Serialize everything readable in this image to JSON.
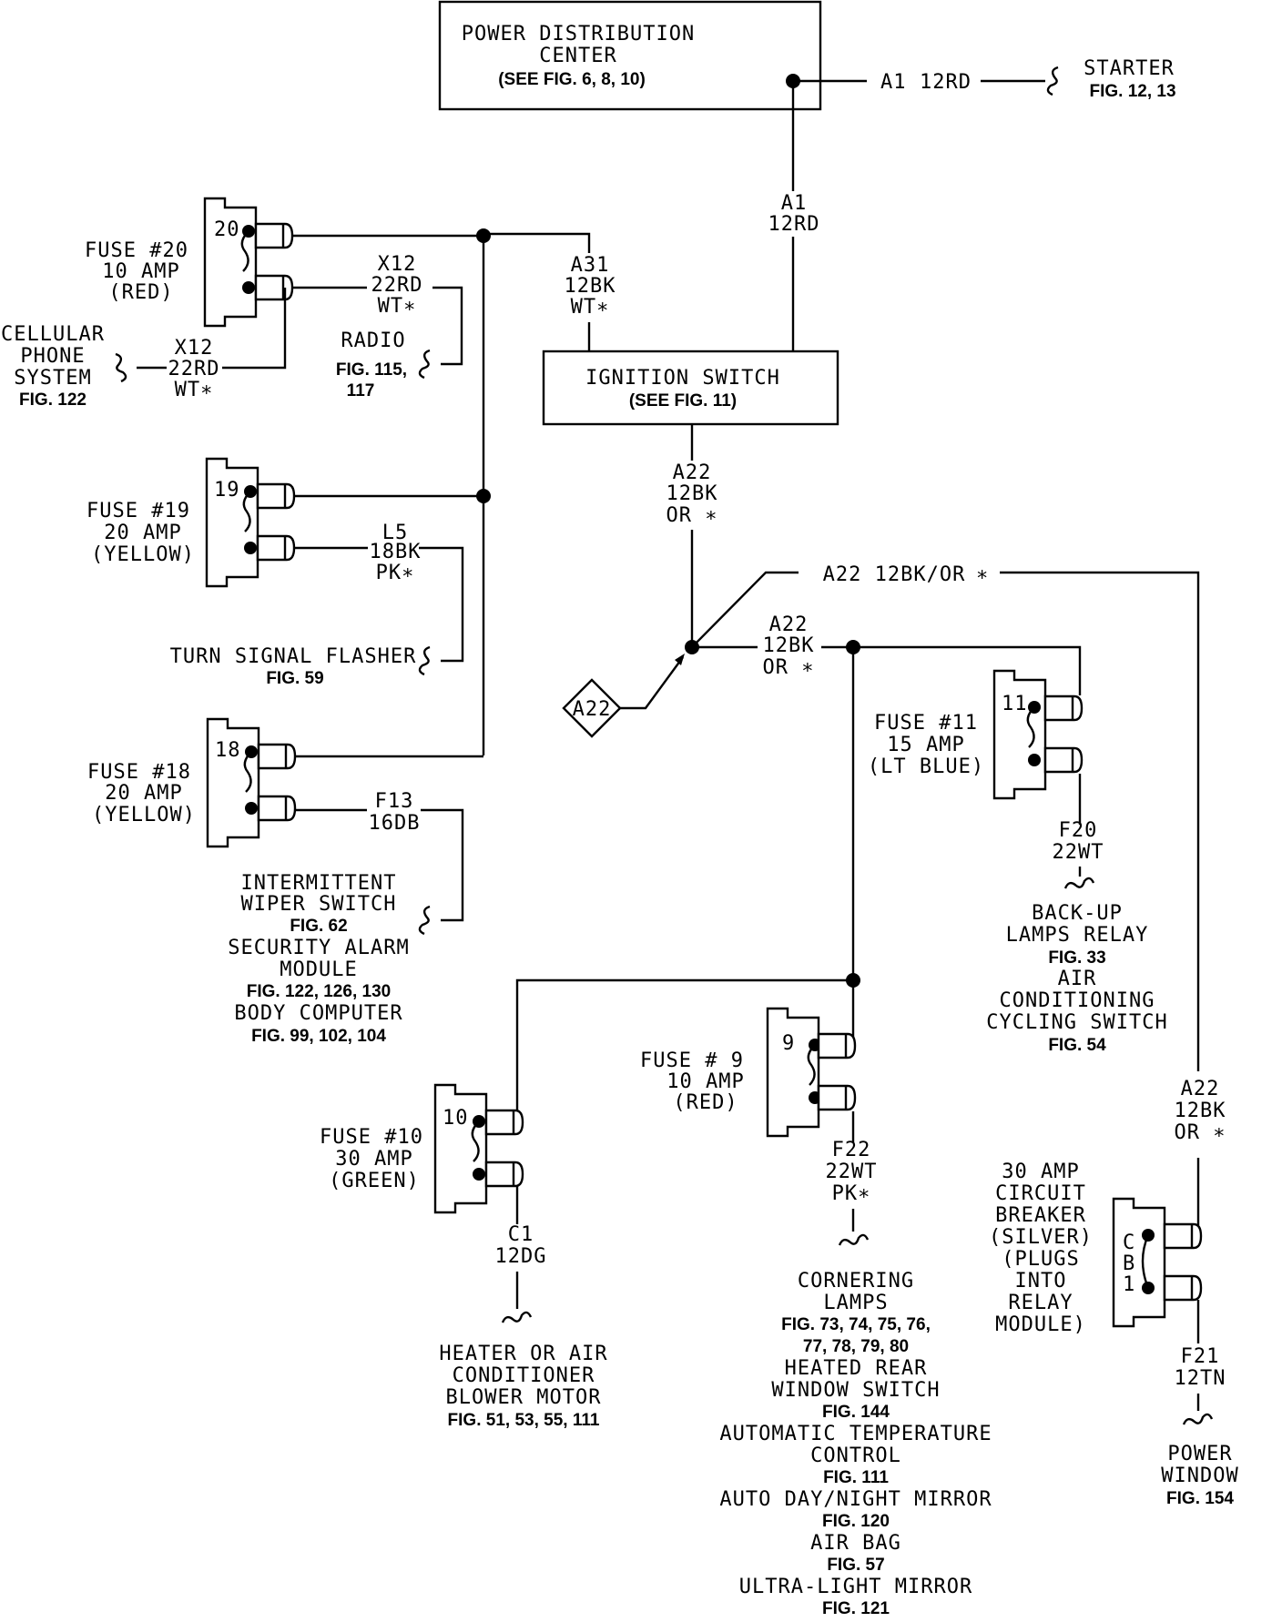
{
  "pdc": {
    "line1": "POWER DISTRIBUTION",
    "line2": "CENTER",
    "fig": "(SEE FIG. 6, 8, 10)"
  },
  "starter": {
    "wire_id": "A1",
    "wire_gauge": "12RD",
    "label": "STARTER",
    "fig": "FIG. 12, 13"
  },
  "a1_drop": {
    "id": "A1",
    "gauge": "12RD"
  },
  "a31": {
    "id": "A31",
    "gauge": "12BK",
    "tracer": "WT∗"
  },
  "ignition": {
    "line1": "IGNITION SWITCH",
    "fig": "(SEE FIG. 11)"
  },
  "a22_main": {
    "id": "A22",
    "gauge": "12BK",
    "tracer": "OR ∗"
  },
  "a22_top": {
    "text": "A22 12BK/OR"
  },
  "a22_branch": {
    "id": "A22",
    "gauge": "12BK",
    "tracer": "OR ∗"
  },
  "a22_diamond": {
    "text": "A22"
  },
  "a22_right": {
    "id": "A22",
    "gauge": "12BK",
    "tracer": "OR ∗"
  },
  "fuse20": {
    "num": "20",
    "name": "FUSE #20",
    "amp": "10 AMP",
    "color": "(RED)"
  },
  "x12_radio": {
    "id": "X12",
    "gauge": "22RD",
    "tracer": "WT∗"
  },
  "radio": {
    "label": "RADIO",
    "fig1": "FIG. 115,",
    "fig2": "117"
  },
  "cellular": {
    "line1": "CELLULAR",
    "line2": "PHONE",
    "line3": "SYSTEM",
    "fig": "FIG. 122"
  },
  "x12_cell": {
    "id": "X12",
    "gauge": "22RD",
    "tracer": "WT∗"
  },
  "fuse19": {
    "num": "19",
    "name": "FUSE #19",
    "amp": "20 AMP",
    "color": "(YELLOW)"
  },
  "l5": {
    "id": "L5",
    "gauge": "18BK",
    "tracer": "PK∗"
  },
  "turn_signal": {
    "label": "TURN SIGNAL FLASHER",
    "fig": "FIG. 59"
  },
  "fuse18": {
    "num": "18",
    "name": "FUSE #18",
    "amp": "20 AMP",
    "color": "(YELLOW)"
  },
  "f13": {
    "id": "F13",
    "gauge": "16DB"
  },
  "wiper": {
    "line1": "INTERMITTENT",
    "line2": "WIPER SWITCH",
    "fig1": "FIG. 62",
    "line3": "SECURITY ALARM",
    "line4": "MODULE",
    "fig2": "FIG. 122, 126, 130",
    "line5": "BODY COMPUTER",
    "fig3": "FIG. 99, 102, 104"
  },
  "fuse11": {
    "num": "11",
    "name": "FUSE #11",
    "amp": "15 AMP",
    "color": "(LT BLUE)"
  },
  "f20": {
    "id": "F20",
    "gauge": "22WT"
  },
  "backup": {
    "line1": "BACK-UP",
    "line2": "LAMPS RELAY",
    "fig1": "FIG. 33",
    "line3": "AIR",
    "line4": "CONDITIONING",
    "line5": "CYCLING SWITCH",
    "fig2": "FIG. 54"
  },
  "fuse9": {
    "num": "9",
    "name": "FUSE # 9",
    "amp": "10 AMP",
    "color": "(RED)"
  },
  "f22": {
    "id": "F22",
    "gauge": "22WT",
    "tracer": "PK∗"
  },
  "cornering": {
    "line1": "CORNERING",
    "line2": "LAMPS",
    "fig1": "FIG. 73, 74, 75, 76,",
    "fig1b": "77, 78, 79, 80",
    "line3": "HEATED REAR",
    "line4": "WINDOW SWITCH",
    "fig2": "FIG. 144",
    "line5": "AUTOMATIC TEMPERATURE",
    "line6": "CONTROL",
    "fig3": "FIG. 111",
    "line7": "AUTO DAY/NIGHT MIRROR",
    "fig4": "FIG. 120",
    "line8": "AIR BAG",
    "fig5": "FIG. 57",
    "line9": "ULTRA-LIGHT MIRROR",
    "fig6": "FIG. 121"
  },
  "fuse10": {
    "num": "10",
    "name": "FUSE #10",
    "amp": "30 AMP",
    "color": "(GREEN)"
  },
  "c1": {
    "id": "C1",
    "gauge": "12DG"
  },
  "heater": {
    "line1": "HEATER OR AIR",
    "line2": "CONDITIONER",
    "line3": "BLOWER MOTOR",
    "fig": "FIG. 51, 53, 55, 111"
  },
  "cb1": {
    "c": "C",
    "b": "B",
    "n": "1",
    "line1": "30 AMP",
    "line2": "CIRCUIT",
    "line3": "BREAKER",
    "line4": "(SILVER)",
    "line5": "(PLUGS",
    "line6": "INTO",
    "line7": "RELAY",
    "line8": "MODULE)"
  },
  "f21": {
    "id": "F21",
    "gauge": "12TN"
  },
  "power_window": {
    "line1": "POWER",
    "line2": "WINDOW",
    "fig": "FIG. 154"
  }
}
